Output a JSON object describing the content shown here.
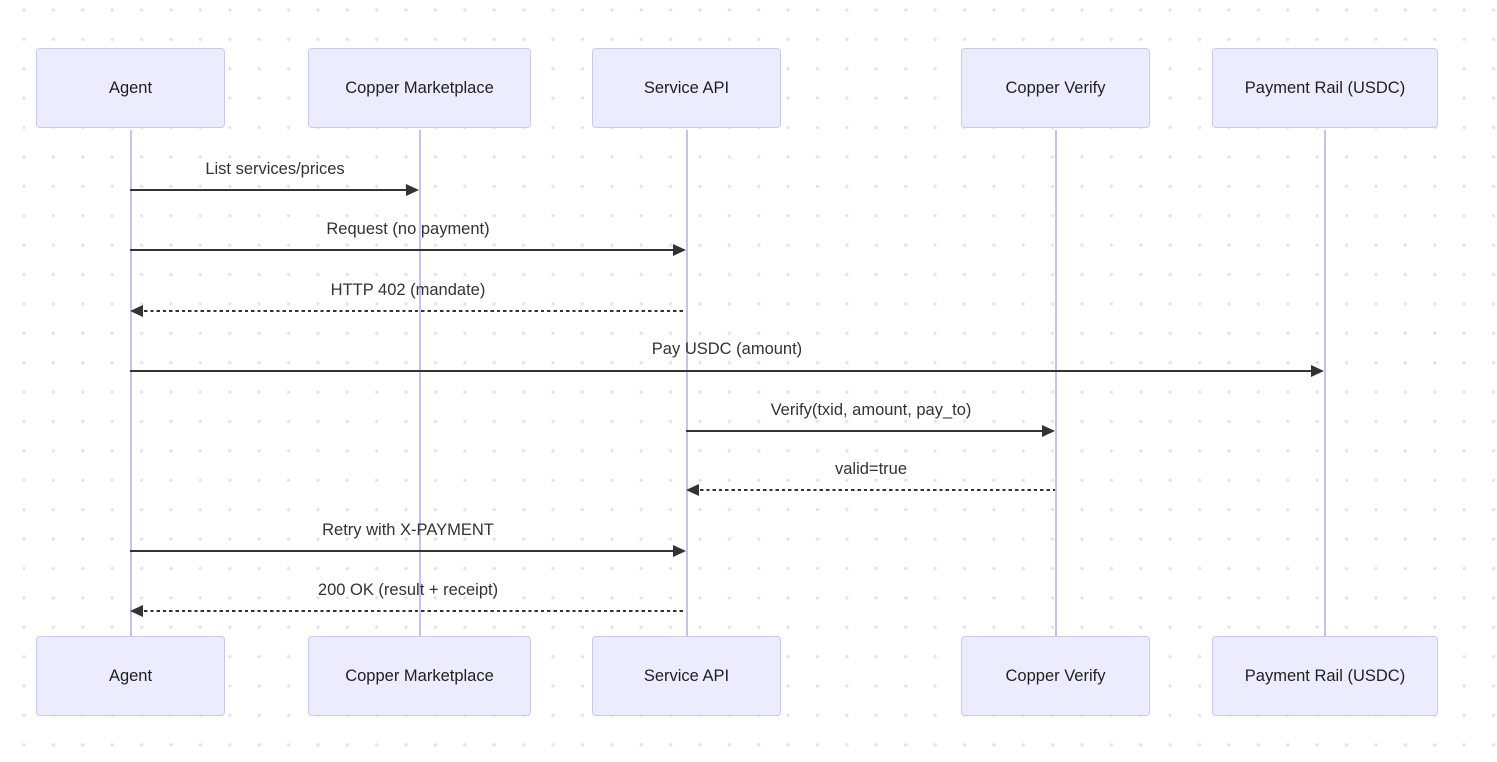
{
  "diagram": {
    "type": "sequence",
    "participants": [
      {
        "name": "Agent"
      },
      {
        "name": "Copper Marketplace"
      },
      {
        "name": "Service API"
      },
      {
        "name": "Copper Verify"
      },
      {
        "name": "Payment Rail (USDC)"
      }
    ],
    "messages": [
      {
        "from": "Agent",
        "to": "Copper Marketplace",
        "label": "List services/prices",
        "style": "solid",
        "direction": "right"
      },
      {
        "from": "Agent",
        "to": "Service API",
        "label": "Request (no payment)",
        "style": "solid",
        "direction": "right"
      },
      {
        "from": "Service API",
        "to": "Agent",
        "label": "HTTP 402 (mandate)",
        "style": "dashed",
        "direction": "left"
      },
      {
        "from": "Agent",
        "to": "Payment Rail (USDC)",
        "label": "Pay USDC (amount)",
        "style": "solid",
        "direction": "right"
      },
      {
        "from": "Service API",
        "to": "Copper Verify",
        "label": "Verify(txid, amount, pay_to)",
        "style": "solid",
        "direction": "right"
      },
      {
        "from": "Copper Verify",
        "to": "Service API",
        "label": "valid=true",
        "style": "dashed",
        "direction": "left"
      },
      {
        "from": "Agent",
        "to": "Service API",
        "label": "Retry with X-PAYMENT",
        "style": "solid",
        "direction": "right"
      },
      {
        "from": "Service API",
        "to": "Agent",
        "label": "200 OK (result + receipt)",
        "style": "dashed",
        "direction": "left"
      }
    ],
    "colors": {
      "actor_fill": "#ECECFF",
      "actor_border": "#cfc6ec",
      "lifeline": "#ccc0e9",
      "arrow": "#333333",
      "text": "#333333",
      "background": "#ffffff",
      "dot_grid": "#e6e3e7"
    }
  }
}
